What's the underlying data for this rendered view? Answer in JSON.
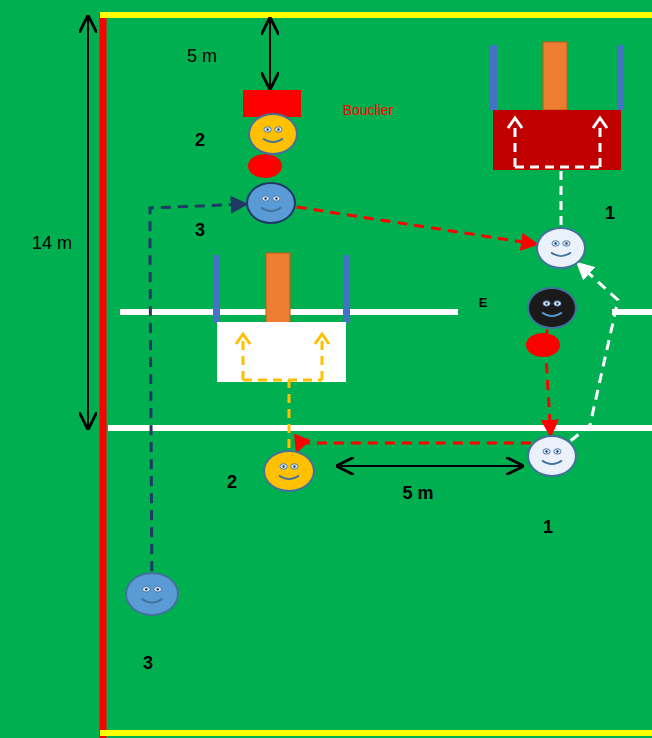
{
  "diagram": {
    "nodes": [
      {
        "text": [
          "Bouclier"
        ]
      },
      {
        "text": [
          "2"
        ]
      },
      {
        "text": [
          "3"
        ]
      },
      {
        "text": [
          "1"
        ]
      },
      {
        "text": [
          "E"
        ]
      },
      {
        "text": [
          "1"
        ]
      },
      {
        "text": [
          "2"
        ]
      },
      {
        "text": [
          "3"
        ]
      }
    ],
    "edges": [
      {
        "from": 7,
        "to": 2,
        "arrow": "to"
      },
      {
        "from": 2,
        "to": 3,
        "arrow": "to"
      },
      {
        "from": 4,
        "to": 5,
        "arrow": "to"
      },
      {
        "from": 5,
        "to": 6,
        "arrow": "to"
      },
      {
        "from": 5,
        "to": 3,
        "arrow": "to"
      }
    ],
    "labels": [
      "14 m",
      "5 m",
      "5 m"
    ]
  }
}
